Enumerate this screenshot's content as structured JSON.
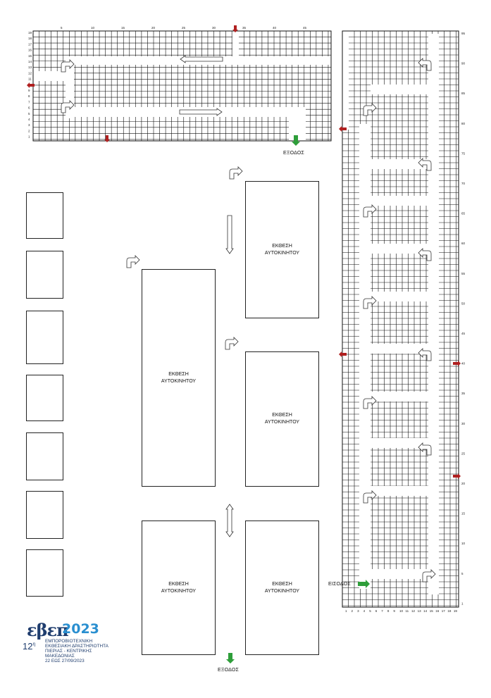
{
  "halls": [
    {
      "name": "hall-a",
      "line1": "ΕΚΘΕΣΗ",
      "line2": "ΑΥΤΟΚΙΝΗΤΟΥ"
    },
    {
      "name": "hall-b",
      "line1": "ΕΚΘΕΣΗ",
      "line2": "ΑΥΤΟΚΙΝΗΤΟΥ"
    },
    {
      "name": "hall-c",
      "line1": "ΕΚΘΕΣΗ",
      "line2": "ΑΥΤΟΚΙΝΗΤΟΥ"
    },
    {
      "name": "hall-d",
      "line1": "ΕΚΘΕΣΗ",
      "line2": "ΑΥΤΟΚΙΝΗΤΟΥ"
    },
    {
      "name": "hall-e",
      "line1": "ΕΚΘΕΣΗ",
      "line2": "ΑΥΤΟΚΙΝΗΤΟΥ"
    }
  ],
  "labels": {
    "exit_top": "ΕΞΟΔΟΣ",
    "exit_bottom": "ΕΞΟΔΟΣ",
    "entrance": "ΕΙΣΟΔΟΣ"
  },
  "top_grid": {
    "col_ticks": [
      "5",
      "10",
      "15",
      "20",
      "25",
      "30",
      "35",
      "40",
      "45"
    ],
    "row_ticks": [
      "19",
      "18",
      "17",
      "16",
      "15",
      "14",
      "13",
      "12",
      "11",
      "10",
      "9",
      "8",
      "7",
      "6",
      "5",
      "4",
      "3",
      "2",
      "1"
    ]
  },
  "right_grid": {
    "col_ticks": [
      "1",
      "2",
      "3",
      "4",
      "5",
      "6",
      "7",
      "8",
      "9",
      "10",
      "11",
      "12",
      "13",
      "14",
      "15",
      "16",
      "17",
      "18",
      "19"
    ],
    "row_ticks": [
      "95",
      "90",
      "85",
      "80",
      "75",
      "70",
      "65",
      "60",
      "55",
      "50",
      "45",
      "40",
      "35",
      "30",
      "25",
      "20",
      "15",
      "10",
      "5",
      "1"
    ]
  },
  "logo": {
    "word": "εβεπ",
    "year": "2023",
    "edition": "12",
    "edition_sup": "η",
    "line1": "ΕΜΠΟΡΟΒΙΟΤΕΧΝΙΚΗ",
    "line2": "ΕΚΘΕΣΙΑΚΗ ΔΡΑΣΤΗΡΙΟΤΗΤΑ",
    "line3": "ΠΙΕΡΙΑΣ - ΚΕΝΤΡΙΚΗΣ",
    "line4": "ΜΑΚΕΔΟΝΙΑΣ",
    "line5": "22 ΕΩΣ 27/09/2023"
  },
  "colors": {
    "exit_arrow": "#2e9e3a",
    "red_arrow": "#b02020",
    "grid": "#111"
  }
}
